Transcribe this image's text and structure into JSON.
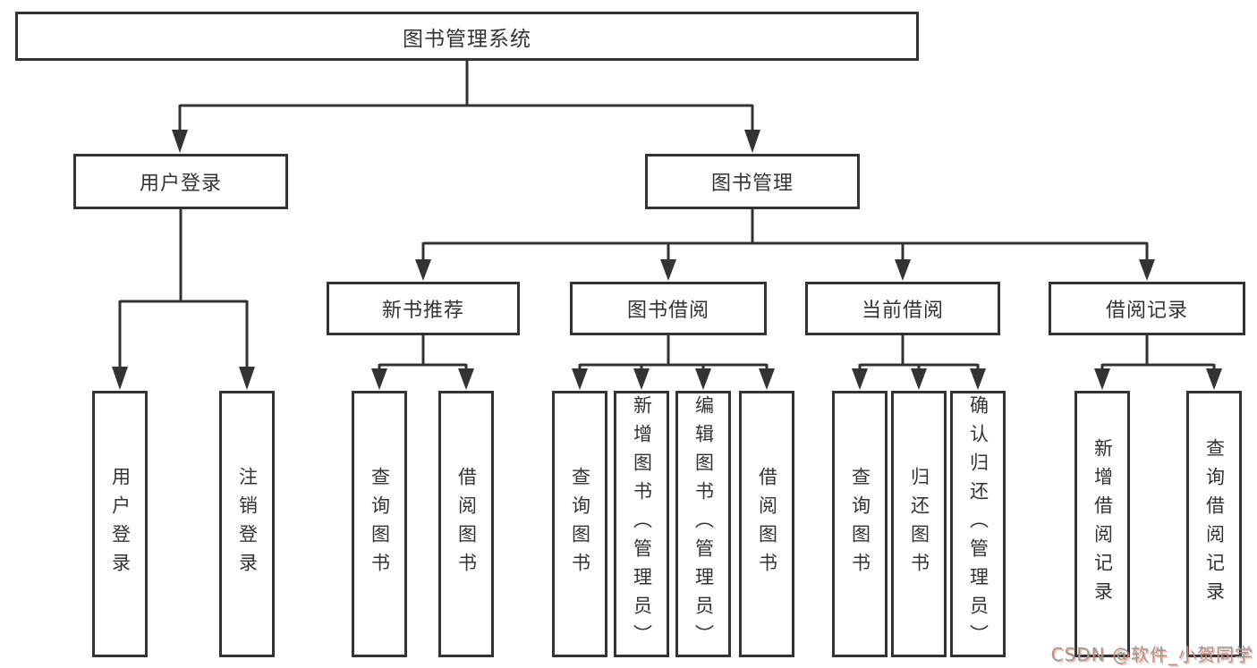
{
  "tree": {
    "root": "图书管理系统",
    "children": [
      {
        "label": "用户登录",
        "children": [
          "用户登录",
          "注销登录"
        ]
      },
      {
        "label": "图书管理",
        "children": [
          {
            "label": "新书推荐",
            "children": [
              "查询图书",
              "借阅图书"
            ]
          },
          {
            "label": "图书借阅",
            "children": [
              "查询图书",
              "新增图书（管理员）",
              "编辑图书（管理员）",
              "借阅图书"
            ]
          },
          {
            "label": "当前借阅",
            "children": [
              "查询图书",
              "归还图书",
              "确认归还（管理员）"
            ]
          },
          {
            "label": "借阅记录",
            "children": [
              "新增借阅记录",
              "查询借阅记录"
            ]
          }
        ]
      }
    ]
  },
  "watermark": {
    "text": "CSDN @软件_小贺同学"
  },
  "colors": {
    "line": "#333333",
    "box_border": "#333333",
    "text": "#333333",
    "background": "#ffffff",
    "watermark_gray": "#999999",
    "watermark_red": "#fc5531"
  }
}
